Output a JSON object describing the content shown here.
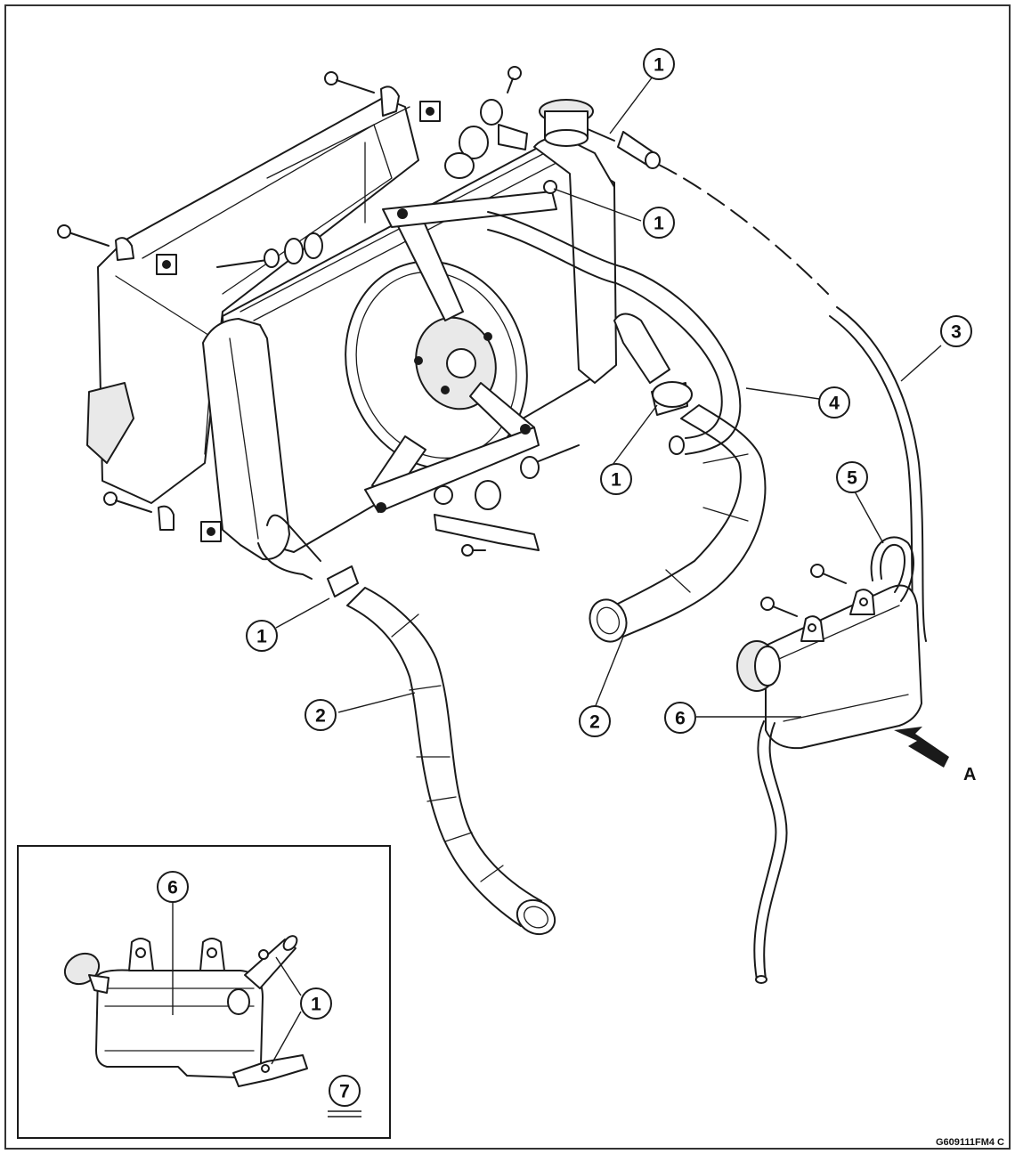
{
  "callouts": {
    "c1a": "1",
    "c1b": "1",
    "c1c": "1",
    "c1d": "1",
    "c1e": "1",
    "c2a": "2",
    "c2b": "2",
    "c3": "3",
    "c4": "4",
    "c5": "5",
    "c6a": "6",
    "c6b": "6",
    "c7": "7"
  },
  "view_label": "A",
  "figure_code": "G609111FM4 C"
}
